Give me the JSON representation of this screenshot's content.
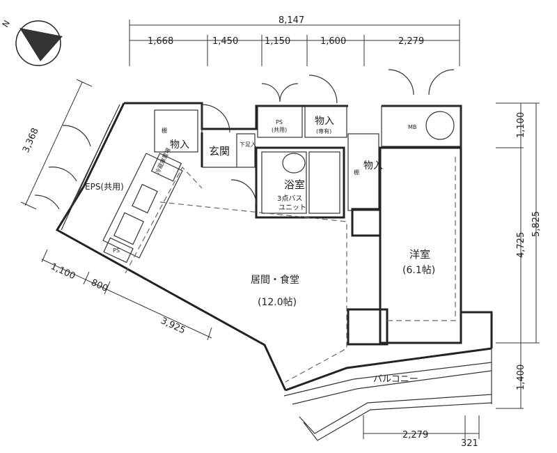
{
  "compass": {
    "label": "N"
  },
  "dimensions_top": {
    "total": "8,147",
    "segments": [
      "1,668",
      "1,450",
      "1,150",
      "1,600",
      "2,279"
    ]
  },
  "dimensions_right": {
    "d1": "1,100",
    "d2": "4,725",
    "d3": "5,825",
    "d4": "1,400"
  },
  "dimensions_left": {
    "d1": "3,368",
    "d2": "1,100",
    "d3": "800",
    "d4": "3,925"
  },
  "dimensions_bottom": {
    "d1": "2,279",
    "d2": "321"
  },
  "rooms": {
    "storage_left": "物入",
    "entrance": "玄関",
    "shoe_box": "下足入",
    "ps_shared": "PS",
    "ps_shared_sub": "(共用)",
    "storage_top": "物入",
    "storage_top_sub": "(専有)",
    "bath": "浴室",
    "bath_sub1": "3点バス",
    "bath_sub2": "ユニット",
    "storage_right": "物入",
    "mb": "MB",
    "eps": "EPS(共用)",
    "western_room": "洋室",
    "western_room_size": "(6.1帖)",
    "living": "居間・食堂",
    "living_size": "(12.0帖)",
    "balcony": "バルコニー",
    "ps_kitchen": "PS",
    "fridge": "冷蔵庫置場",
    "shelf_left": "棚",
    "shelf_right": "棚"
  }
}
